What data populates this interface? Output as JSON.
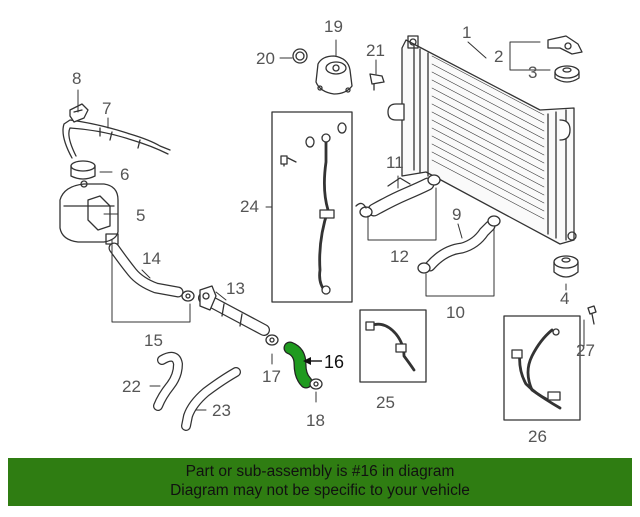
{
  "parts": {
    "1": "1",
    "2": "2",
    "3": "3",
    "4": "4",
    "5": "5",
    "6": "6",
    "7": "7",
    "8": "8",
    "9": "9",
    "10": "10",
    "11": "11",
    "12": "12",
    "13": "13",
    "14": "14",
    "15": "15",
    "16": "16",
    "17": "17",
    "18": "18",
    "19": "19",
    "20": "20",
    "21": "21",
    "22": "22",
    "23": "23",
    "24": "24",
    "25": "25",
    "26": "26",
    "27": "27"
  },
  "highlight_color": "#1f9a1f",
  "banner": {
    "line1": "Part or sub-assembly is #16 in diagram",
    "line2": "Diagram may not be specific to your vehicle",
    "background": "#2f7d12"
  }
}
